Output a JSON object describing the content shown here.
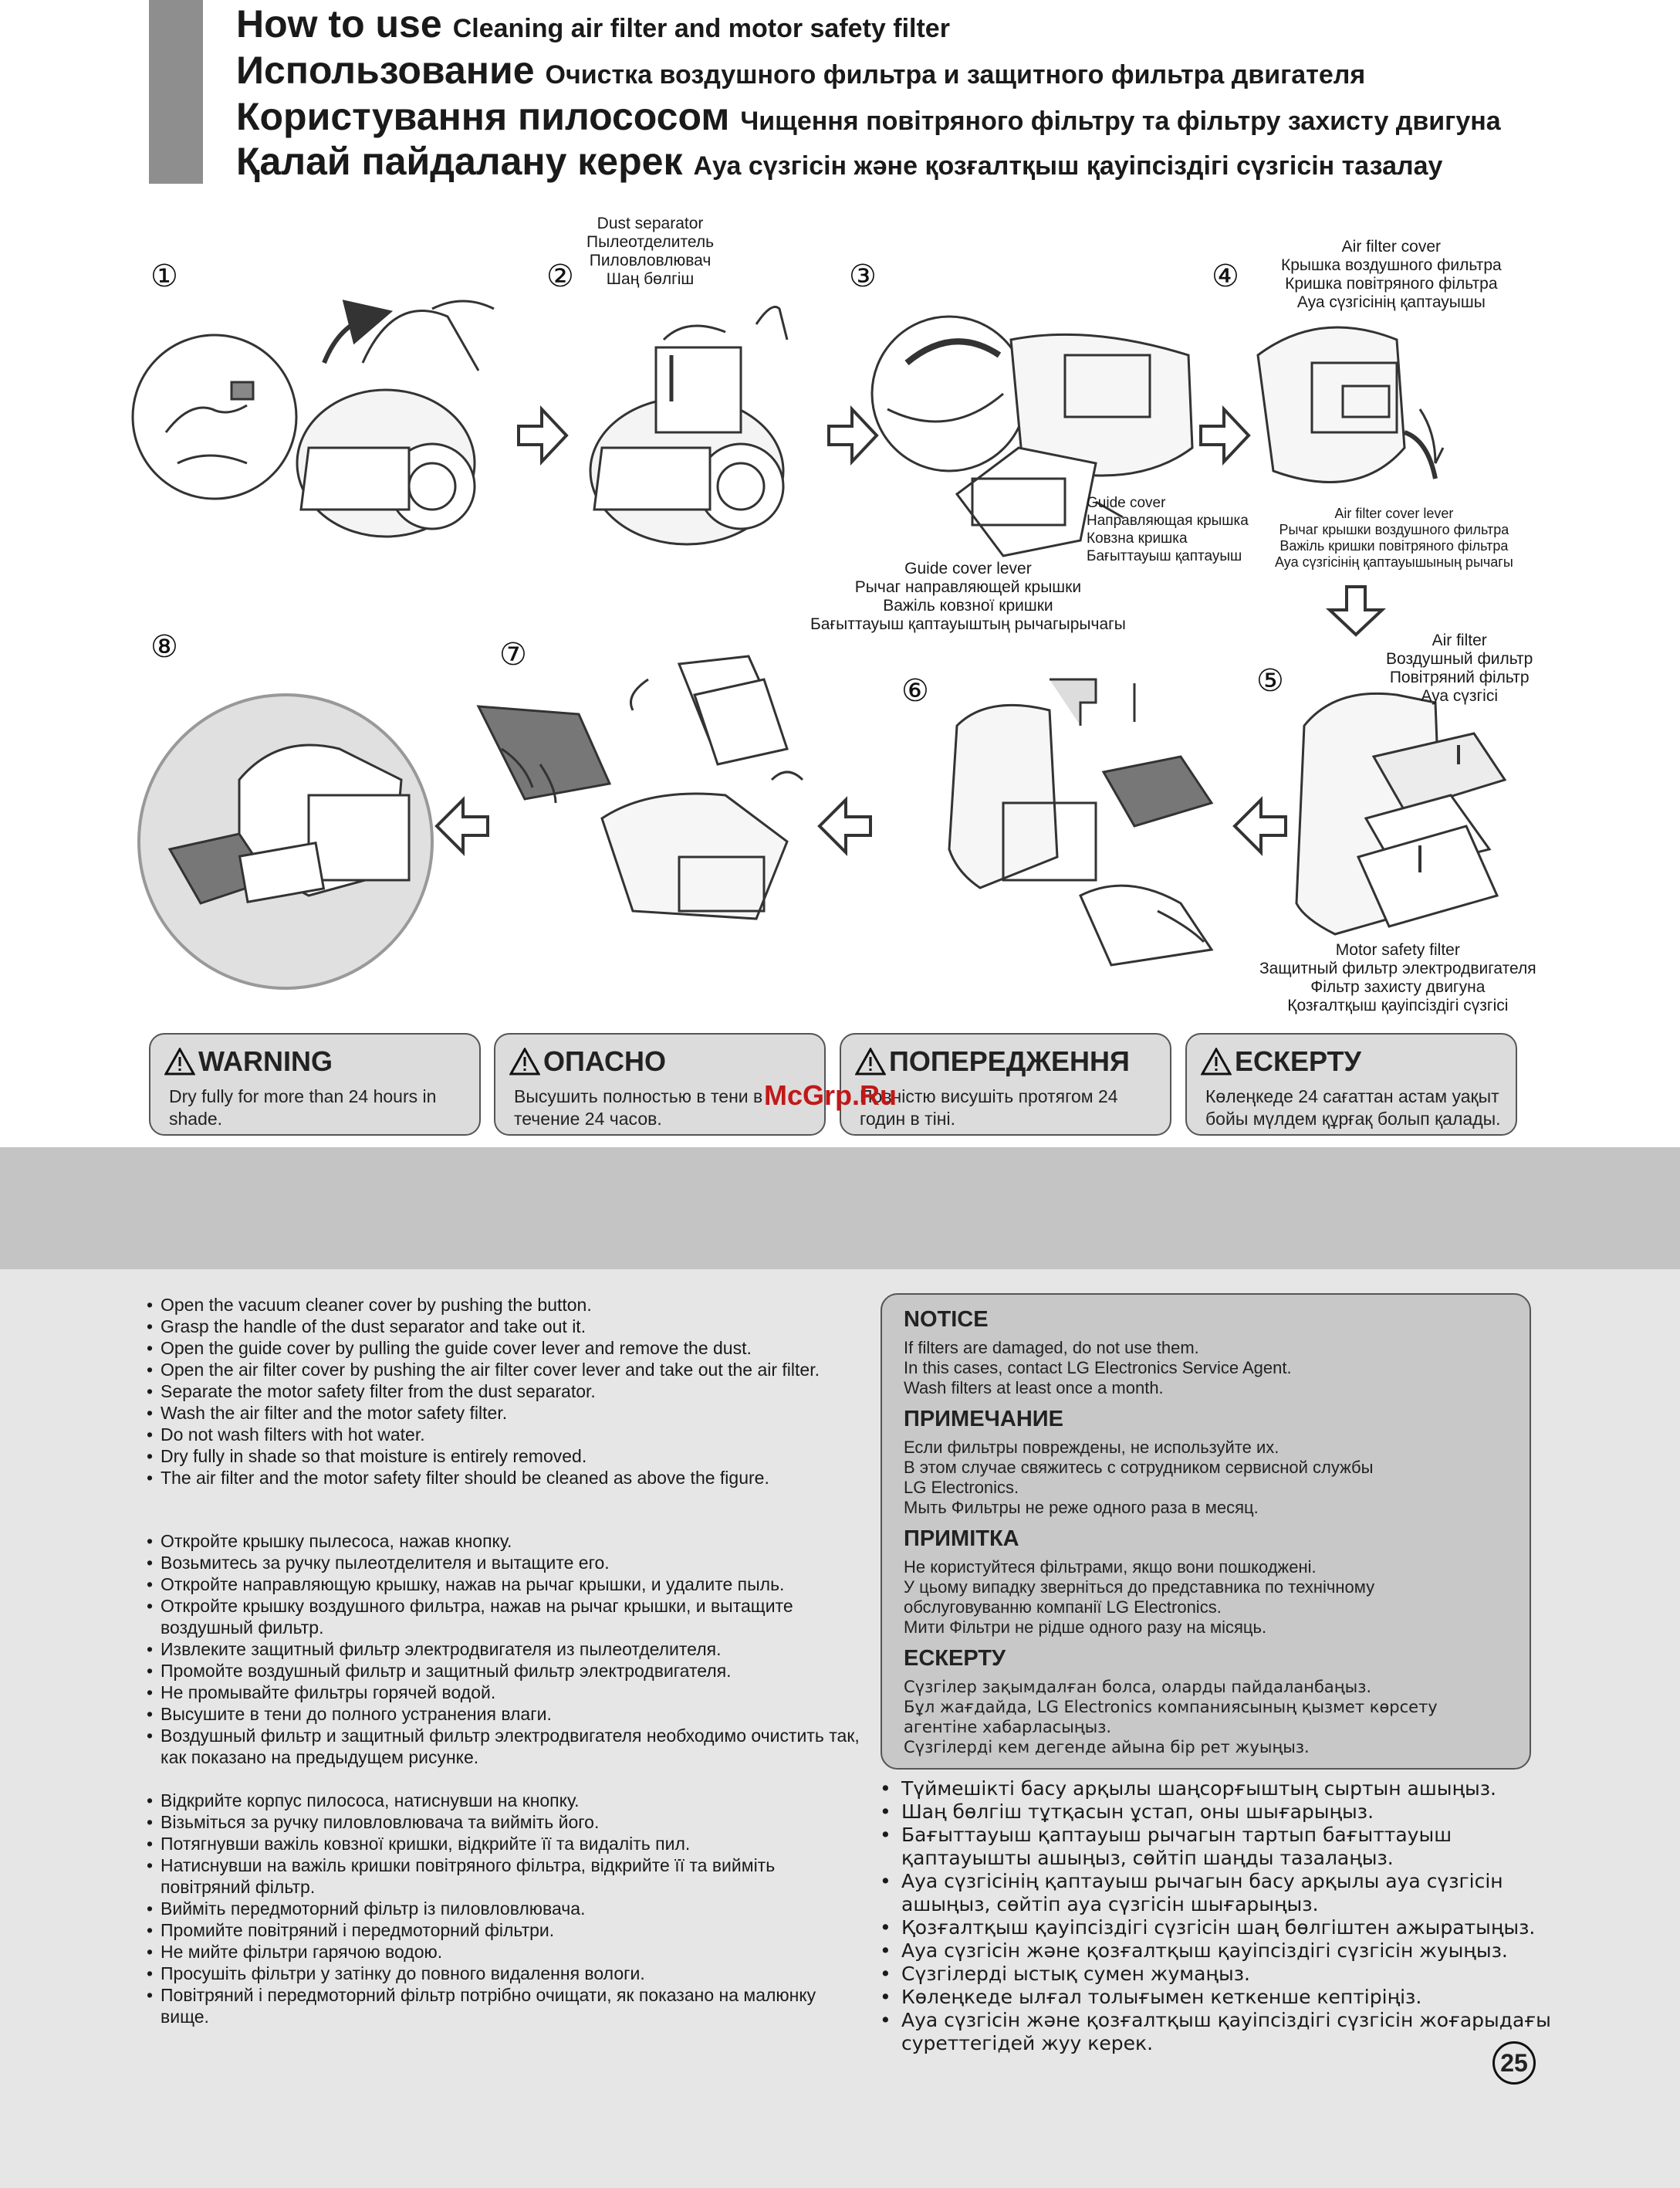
{
  "header": {
    "lines": [
      {
        "big": "How to use",
        "small": "Cleaning air filter and motor safety filter"
      },
      {
        "big": "Использование",
        "small": "Очистка воздушного фильтра и защитного фильтра двигателя"
      },
      {
        "big": "Користування пилососом",
        "small": "Чищення повітряного фільтру та фільтру захисту двигуна"
      },
      {
        "big": "Қалай пайдалану керек",
        "small": "Ауа сүзгісін және қозғалтқыш қауіпсіздігі сүзгісін тазалау"
      }
    ]
  },
  "steps": [
    "①",
    "②",
    "③",
    "④",
    "⑤",
    "⑥",
    "⑦",
    "⑧"
  ],
  "labels": {
    "dust_separator": [
      "Dust separator",
      "Пылеотделитель",
      "Пиловловлювач",
      "Шаң бөлгіш"
    ],
    "air_filter_cover": [
      "Air filter cover",
      "Крышка воздушного фильтра",
      "Кришка повітряного фільтра",
      "Ауа сүзгісінің қаптауышы"
    ],
    "guide_cover": [
      "Guide cover",
      "Направляющая крышка",
      "Ковзна кришка",
      "Бағыттауыш қаптауыш"
    ],
    "guide_cover_lever": [
      "Guide cover lever",
      "Рычаг направляющей крышки",
      "Важіль ковзної кришки",
      "Бағыттауыш қаптауыштың рычагырычагы"
    ],
    "air_filter_cover_lever": [
      "Air filter cover lever",
      "Рычаг крышки воздушного фильтра",
      "Важіль кришки повітряного фільтра",
      "Ауа сүзгісінің қаптауышының рычагы"
    ],
    "air_filter": [
      "Air filter",
      "Воздушный фильтр",
      "Повітряний фільтр",
      "Ауа сүзгісі"
    ],
    "motor_safety_filter": [
      "Motor safety filter",
      "Защитный фильтр электродвигателя",
      "Фільтр захисту двигуна",
      "Қозғалтқыш қауіпсіздігі сүзгісі"
    ]
  },
  "warnings": [
    {
      "title": "WARNING",
      "text": "Dry fully for more than 24 hours in shade."
    },
    {
      "title": "ОПАСНО",
      "text": "Высушить полностью в тени в течение 24 часов."
    },
    {
      "title": "ПОПЕРЕДЖЕННЯ",
      "text": "Повністю висушіть протягом 24 годин в тіні."
    },
    {
      "title": "ЕСКЕРТУ",
      "text": "Көлеңкеде 24 сағаттан астам уақыт бойы мүлдем құрғақ болып қалады."
    }
  ],
  "watermark": "McGrp.Ru",
  "instructions_en": [
    "Open the vacuum cleaner cover by pushing the button.",
    "Grasp the handle of the dust separator and  take out it.",
    "Open the guide cover by pulling the guide cover lever and remove the dust.",
    "Open the air filter cover by pushing the air filter cover lever and take out the air filter.",
    "Separate the motor safety filter from the dust separator.",
    "Wash the air filter and the motor safety filter.",
    "Do not wash filters with hot water.",
    "Dry fully in shade so that moisture is entirely removed.",
    "The air filter and the motor safety filter should be cleaned as above the figure."
  ],
  "instructions_ru": [
    "Откройте крышку пылесоса, нажав кнопку.",
    "Возьмитесь за ручку пылеотделителя и вытащите его.",
    "Откройте направляющую крышку, нажав на рычаг крышки, и удалите пыль.",
    "Откройте крышку воздушного фильтра, нажав на рычаг крышки, и вытащите воздушный фильтр.",
    "Извлеките защитный фильтр электродвигателя из пылеотделителя.",
    "Промойте воздушный фильтр и защитный фильтр электродвигателя.",
    "Не промывайте фильтры горячей водой.",
    "Высушите в тени до полного устранения влаги.",
    "Воздушный фильтр и защитный фильтр электродвигателя необходимо очистить так, как показано на предыдущем рисунке."
  ],
  "instructions_uk": [
    "Відкрийте корпус пилососа, натиснувши на кнопку.",
    "Візьміться за ручку пиловловлювача та вийміть його.",
    "Потягнувши важіль ковзної кришки, відкрийте її та видаліть пил.",
    "Натиснувши на важіль кришки повітряного фільтра, відкрийте її та вийміть повітряний фільтр.",
    "Вийміть передмоторний фільтр із пиловловлювача.",
    "Промийте повітряний і передмоторний фільтри.",
    "Не мийте фільтри гарячою водою.",
    "Просушіть фільтри у затінку до повного видалення вологи.",
    "Повітряний і передмоторний фільтр потрібно очищати, як показано на малюнку вище."
  ],
  "instructions_kz": [
    "Түймешікті басу арқылы шаңсорғыштың сыртын ашыңыз.",
    "Шаң бөлгіш тұтқасын ұстап, оны шығарыңыз.",
    "Бағыттауыш қаптауыш рычагын тартып бағыттауыш қаптауышты ашыңыз, сөйтіп шаңды тазалаңыз.",
    "Ауа сүзгісінің қаптауыш рычагын басу арқылы ауа сүзгісін ашыңыз, сөйтіп ауа сүзгісін шығарыңыз.",
    "Қозғалтқыш қауіпсіздігі сүзгісін шаң бөлгіштен ажыратыңыз.",
    "Ауа сүзгісін және қозғалтқыш қауіпсіздігі сүзгісін жуыңыз.",
    "Сүзгілерді ыстық сумен жумаңыз.",
    "Көлеңкеде ылғал толығымен кеткенше кептіріңіз.",
    "Ауа сүзгісін және қозғалтқыш қауіпсіздігі сүзгісін жоғарыдағы суреттегідей жуу керек."
  ],
  "notice": {
    "en": {
      "title": "NOTICE",
      "lines": [
        "If filters are damaged, do not use them.",
        "In this cases, contact LG Electronics Service Agent.",
        "Wash filters at least once a month."
      ]
    },
    "ru": {
      "title": "ПРИМЕЧАНИЕ",
      "lines": [
        "Если фильтры повреждены, не используйте их.",
        "В этом случае свяжитесь с сотрудником сервисной службы",
        "LG Electronics.",
        "Мыть Фильтры не реже одного раза в месяц."
      ]
    },
    "uk": {
      "title": "ПРИМІТКА",
      "lines": [
        "Не користуйтеся фільтрами, якщо вони пошкоджені.",
        "У цьому випадку зверніться до представника по технічному",
        "обслуговуванню компанії LG Electronics.",
        "Мити Фільтри не рідше одного разу на  місяць."
      ]
    },
    "kz": {
      "title": "ЕСКЕРТУ",
      "lines": [
        "Сүзгілер зақымдалған болса, оларды пайдаланбаңыз.",
        "Бұл жағдайда, LG Electronics компаниясының қызмет көрсету",
        "агентіне хабарласыңыз.",
        "Сүзгілерді кем дегенде айына бір рет жуыңыз."
      ]
    }
  },
  "page_number": "25"
}
